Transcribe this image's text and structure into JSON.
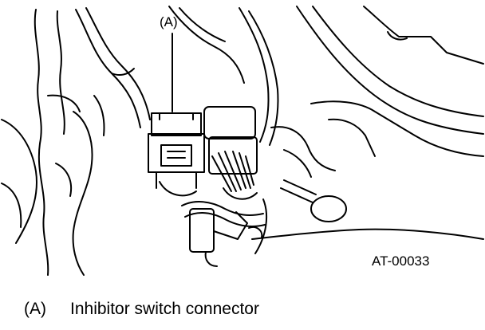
{
  "callout_label": "(A)",
  "figure_code": "AT-00033",
  "legend": {
    "key": "(A)",
    "text": "Inhibitor switch connector"
  },
  "colors": {
    "ink": "#000000",
    "paper": "#ffffff"
  }
}
